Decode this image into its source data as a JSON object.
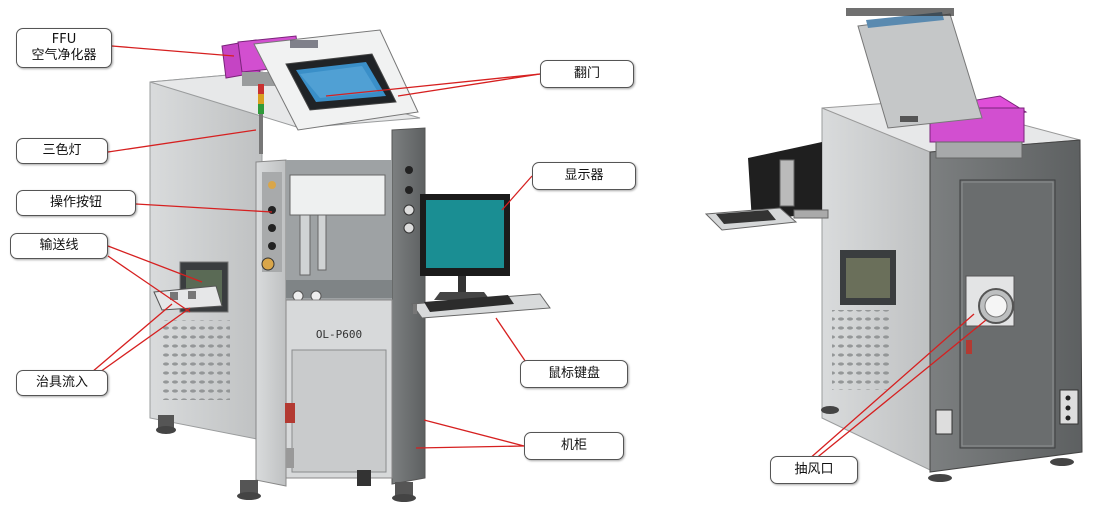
{
  "labels": {
    "ffu": "FFU\n空气净化器",
    "flip_door": "翻门",
    "tower_light": "三色灯",
    "monitor": "显示器",
    "buttons": "操作按钮",
    "conveyor": "输送线",
    "fixture_in": "治具流入",
    "mouse_keyboard": "鼠标键盘",
    "cabinet": "机柜",
    "exhaust": "抽风口"
  },
  "machine": {
    "model_text": "OL-P600"
  },
  "colors": {
    "leader_line": "#d62020",
    "cabinet_body": "#c9cbcc",
    "cabinet_dark": "#6f7273",
    "ffu_magenta": "#d24fd0",
    "screen_teal": "#1a8e93",
    "window_blue": "#3a8fc8"
  }
}
